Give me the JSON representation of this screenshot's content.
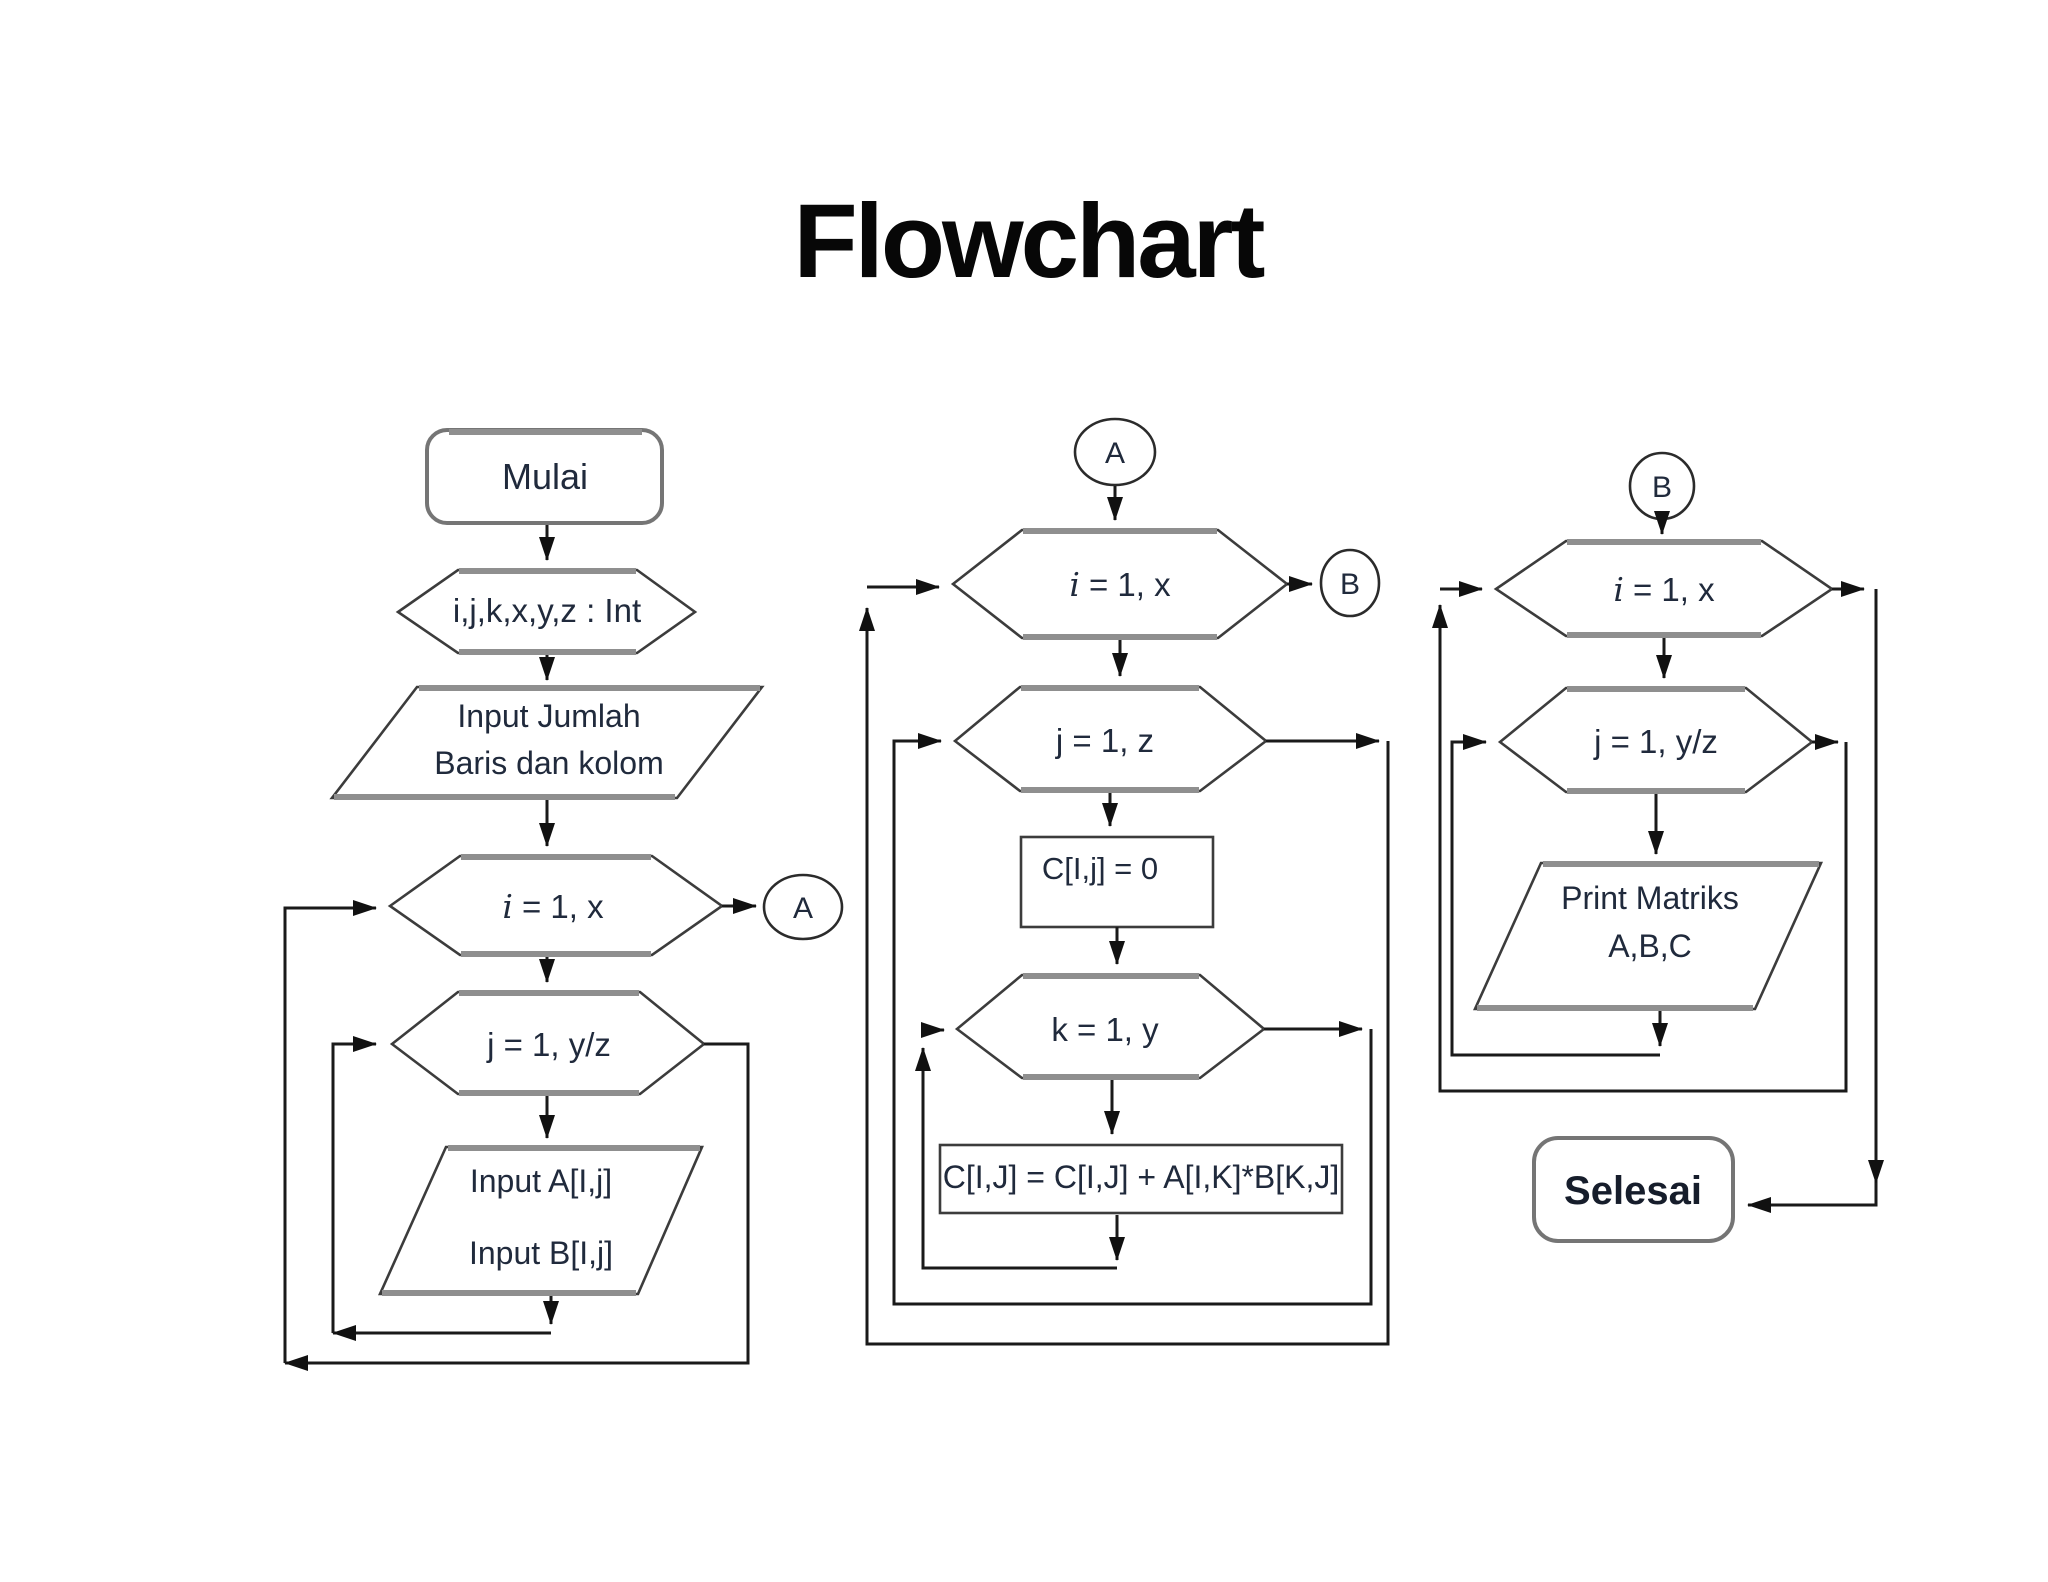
{
  "title": "Flowchart",
  "colors": {
    "line": "#1a1a1a",
    "shape_border": "#3c3c3c",
    "gray_edge": "#8f8f8f",
    "text": "#202a3c",
    "background": "#ffffff"
  },
  "left": {
    "start": "Mulai",
    "declare": "i,j,k,x,y,z : Int",
    "input_dims_line1": "Input Jumlah",
    "input_dims_line2": "Baris dan kolom",
    "loop_i_var": "i",
    "loop_i_rest": "= 1, x",
    "loop_j": "j = 1, y/z",
    "input_ab_line1": "Input A[I,j]",
    "input_ab_line2": "Input B[I,j]",
    "connector_a": "A"
  },
  "middle": {
    "connector_a": "A",
    "connector_b": "B",
    "loop_i_var": "i",
    "loop_i_rest": "= 1, x",
    "loop_j": "j = 1, z",
    "init_cell": "C[I,j] = 0",
    "loop_k": "k = 1, y",
    "accumulate": "C[I,J] = C[I,J] + A[I,K]*B[K,J]"
  },
  "right": {
    "connector_b": "B",
    "loop_i_var": "i",
    "loop_i_rest": "= 1, x",
    "loop_j": "j = 1, y/z",
    "print_line1": "Print Matriks",
    "print_line2": "A,B,C",
    "end": "Selesai"
  }
}
